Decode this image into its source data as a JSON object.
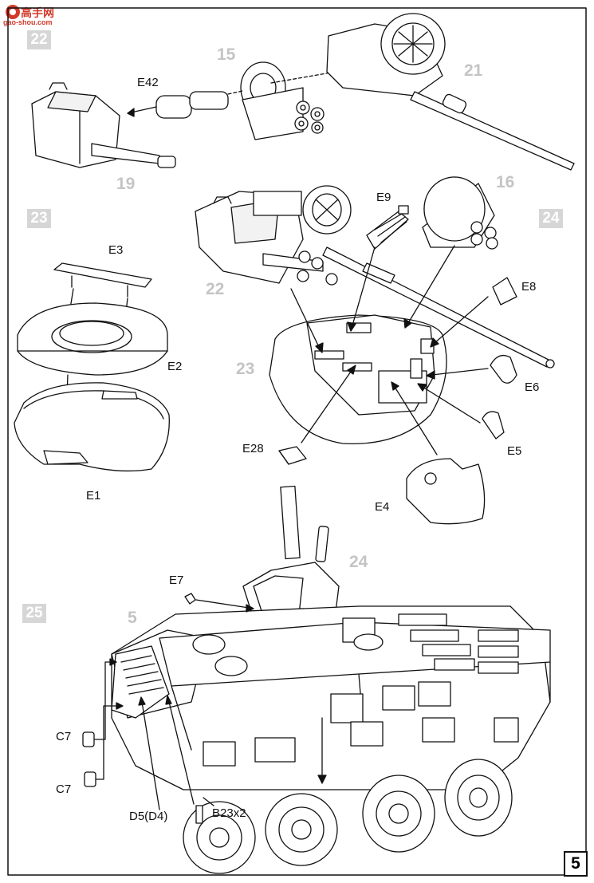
{
  "watermark": {
    "title": "高手网",
    "url": "gao-shou.com"
  },
  "page_number": "5",
  "steps": {
    "s22": "22",
    "s23": "23",
    "s24": "24",
    "s25": "25"
  },
  "refs": {
    "r15": "15",
    "r21": "21",
    "r19": "19",
    "r16": "16",
    "r22": "22",
    "r23": "23",
    "r24": "24",
    "r5": "5"
  },
  "parts": {
    "E42": "E42",
    "E9": "E9",
    "E3": "E3",
    "E2": "E2",
    "E1": "E1",
    "E8": "E8",
    "E6": "E6",
    "E5": "E5",
    "E28": "E28",
    "E4": "E4",
    "E7": "E7",
    "C7a": "C7",
    "C7b": "C7",
    "D5": "D5(D4)",
    "B23": "B23x2"
  },
  "colors": {
    "line": "#111111",
    "step_bg": "#d6d6d6",
    "ref_text": "#c4c4c4",
    "watermark": "#d23a2a"
  }
}
